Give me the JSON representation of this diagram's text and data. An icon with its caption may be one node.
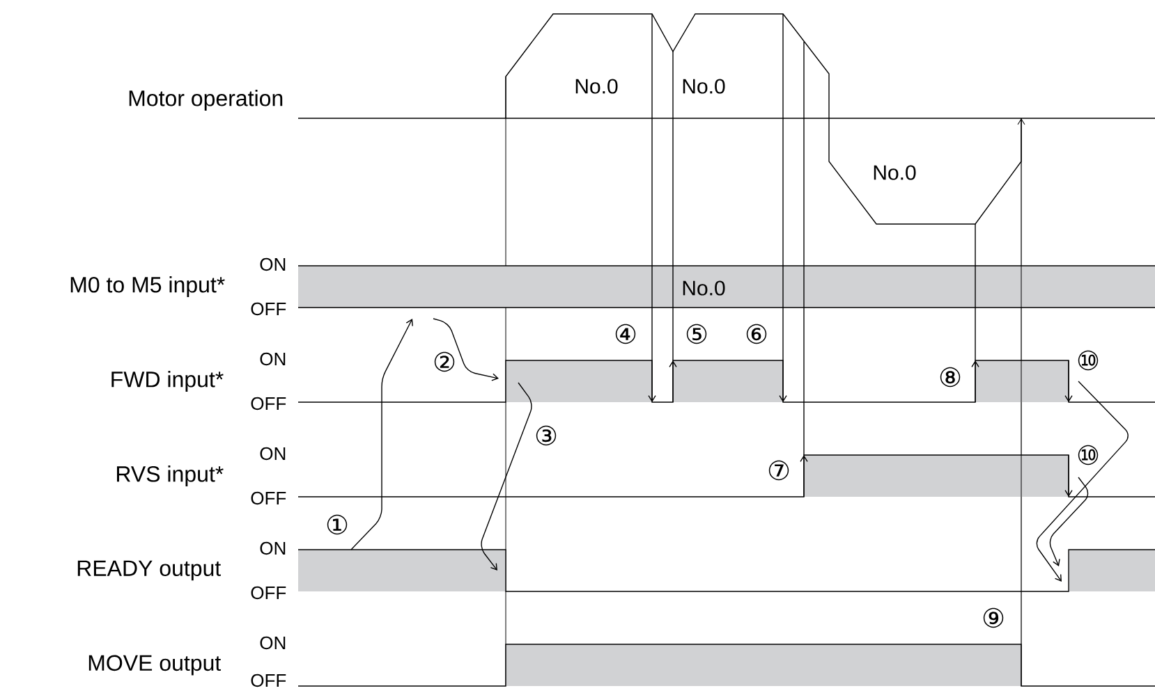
{
  "diagram": {
    "labels": [
      "No.0",
      "No.0",
      "Motor operation",
      "No.0",
      "ON",
      "M0 to M5 input*",
      "OFF",
      "No.0",
      "④",
      "⑤",
      "⑥",
      "ON",
      "②",
      "⑩",
      "FWD input*",
      "⑧",
      "OFF",
      "③",
      "ON",
      "⑩",
      "RVS input*",
      "⑦",
      "OFF",
      "①",
      "ON",
      "READY output",
      "OFF",
      "⑨",
      "ON",
      "MOVE output",
      "OFF"
    ]
  }
}
